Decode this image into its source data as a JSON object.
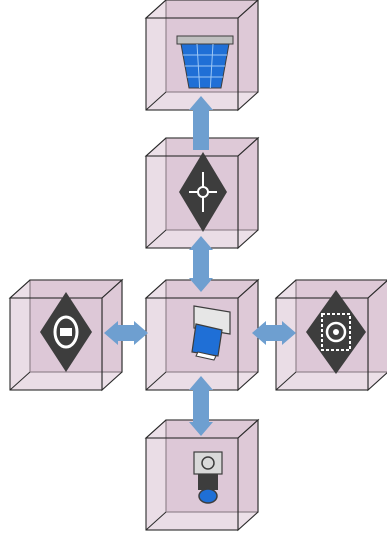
{
  "diagram": {
    "colors": {
      "cube_face": "#d9c1d2",
      "cube_edge": "#2b2b2b",
      "arrow": "#6e9fd0",
      "icon_dark": "#3d3d3d",
      "icon_light": "#ffffff",
      "accent_blue": "#1f6fd6"
    },
    "nodes": [
      {
        "id": "top",
        "icon": "solar-panel-icon"
      },
      {
        "id": "upper",
        "icon": "network-switch-icon"
      },
      {
        "id": "center",
        "icon": "computer-terminal-icon"
      },
      {
        "id": "left",
        "icon": "disc-media-icon"
      },
      {
        "id": "right",
        "icon": "cd-drive-icon"
      },
      {
        "id": "bottom",
        "icon": "camera-icon"
      }
    ],
    "connections": [
      {
        "from": "center",
        "to": "upper",
        "direction": "both"
      },
      {
        "from": "upper",
        "to": "top",
        "direction": "forward"
      },
      {
        "from": "center",
        "to": "left",
        "direction": "both"
      },
      {
        "from": "center",
        "to": "right",
        "direction": "both"
      },
      {
        "from": "center",
        "to": "bottom",
        "direction": "both"
      }
    ]
  }
}
